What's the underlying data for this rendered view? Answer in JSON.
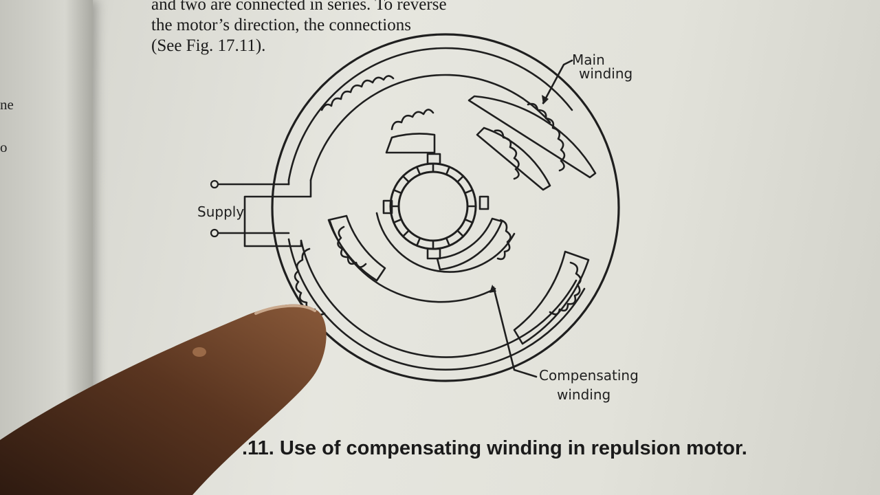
{
  "page": {
    "left_fragments": [
      "ne",
      "o"
    ],
    "body_lines": [
      "and two are connected in series. To reverse",
      "the motor’s direction, the connections",
      "(See Fig. 17.11)."
    ]
  },
  "diagram": {
    "labels": {
      "main_winding": [
        "Main",
        "winding"
      ],
      "supply": "Supply",
      "compensating_winding": [
        "Compensating",
        "winding"
      ]
    }
  },
  "caption": ".11. Use of compensating winding in repulsion motor.",
  "colors": {
    "ink": "#1f1f1f",
    "paper": "#e4e4dc",
    "skin": "#6b4328"
  }
}
